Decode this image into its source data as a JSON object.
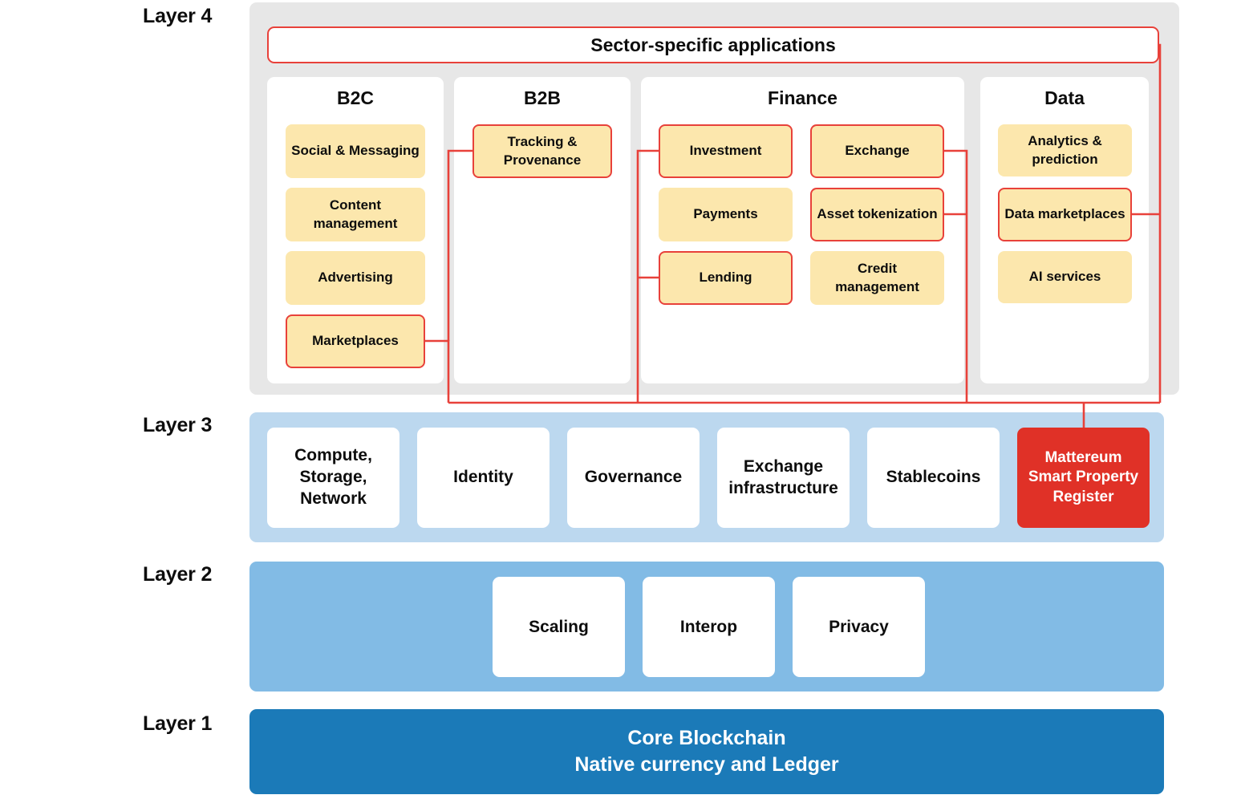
{
  "colors": {
    "accent_red": "#e8413a",
    "chip_yellow": "#fce7ad",
    "layer4_grey": "#e7e7e7",
    "layer3_blue": "#bcd8ef",
    "layer2_blue": "#82bbe5",
    "layer1_blue": "#1b7ab8",
    "mattereum_red": "#e03127",
    "text_dark": "#0d0d0d",
    "white": "#ffffff"
  },
  "layer_labels": {
    "layer4": "Layer 4",
    "layer3": "Layer 3",
    "layer2": "Layer 2",
    "layer1": "Layer 1"
  },
  "layer4": {
    "banner": "Sector-specific applications",
    "categories": [
      {
        "title": "B2C",
        "chips": [
          {
            "label": "Social & Messaging",
            "highlighted": false
          },
          {
            "label": "Content management",
            "highlighted": false
          },
          {
            "label": "Advertising",
            "highlighted": false
          },
          {
            "label": "Marketplaces",
            "highlighted": true
          }
        ]
      },
      {
        "title": "B2B",
        "chips": [
          {
            "label": "Tracking & Provenance",
            "highlighted": true
          }
        ]
      },
      {
        "title": "Finance",
        "chips": [
          {
            "label": "Investment",
            "highlighted": true
          },
          {
            "label": "Payments",
            "highlighted": false
          },
          {
            "label": "Lending",
            "highlighted": true
          },
          {
            "label": "Exchange",
            "highlighted": true
          },
          {
            "label": "Asset tokenization",
            "highlighted": true
          },
          {
            "label": "Credit management",
            "highlighted": false
          }
        ]
      },
      {
        "title": "Data",
        "chips": [
          {
            "label": "Analytics & prediction",
            "highlighted": false
          },
          {
            "label": "Data marketplaces",
            "highlighted": true
          },
          {
            "label": "AI services",
            "highlighted": false
          }
        ]
      }
    ]
  },
  "layer3": {
    "boxes": [
      {
        "label": "Compute, Storage, Network",
        "style": "white"
      },
      {
        "label": "Identity",
        "style": "white"
      },
      {
        "label": "Governance",
        "style": "white"
      },
      {
        "label": "Exchange infrastructure",
        "style": "white"
      },
      {
        "label": "Stablecoins",
        "style": "white"
      },
      {
        "label": "Mattereum Smart Property Register",
        "style": "red"
      }
    ]
  },
  "layer2": {
    "boxes": [
      {
        "label": "Scaling"
      },
      {
        "label": "Interop"
      },
      {
        "label": "Privacy"
      }
    ]
  },
  "layer1": {
    "line1": "Core Blockchain",
    "line2": "Native currency and Ledger"
  }
}
